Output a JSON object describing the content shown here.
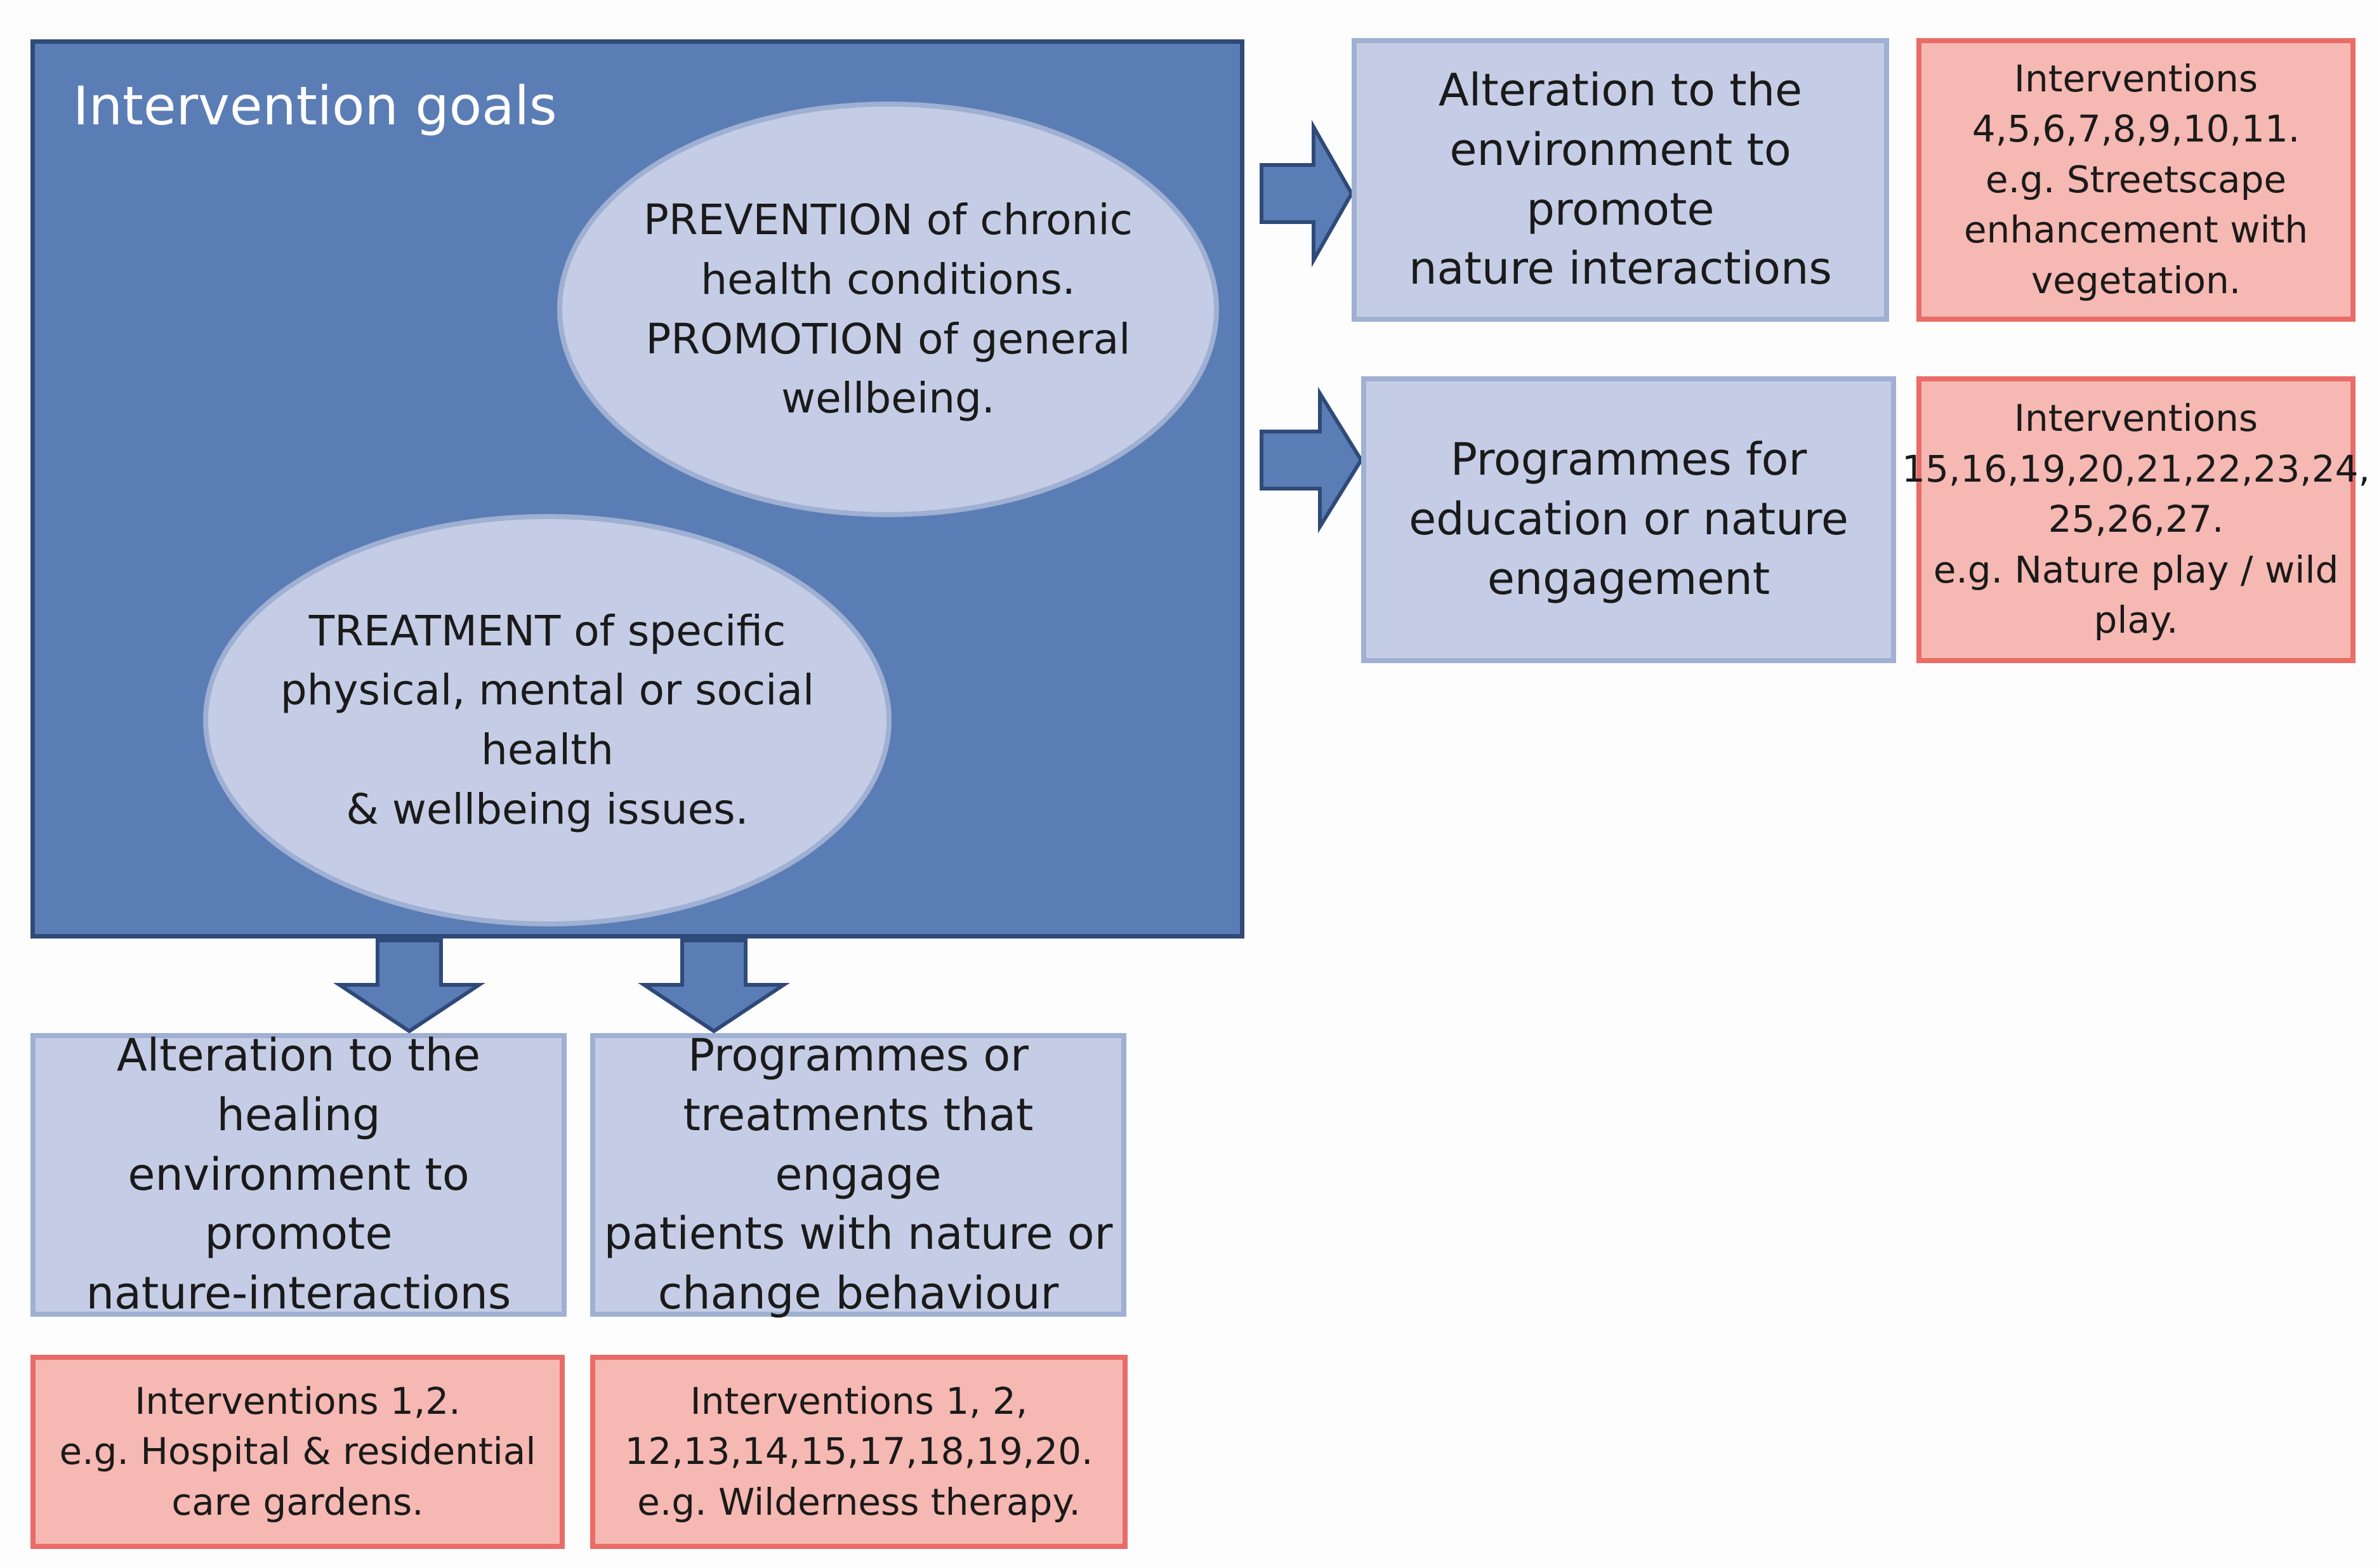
{
  "colors": {
    "goals_fill": "#5b7db5",
    "goals_border": "#2f4a78",
    "light_box_fill": "#c5cde6",
    "light_box_border": "#9fb0d3",
    "pink_fill": "#f6b8b2",
    "pink_border": "#ea6c67",
    "arrow_fill": "#5b7db5",
    "arrow_border": "#2f4a78"
  },
  "goals": {
    "title": "Intervention goals",
    "prevention_lines": [
      "PREVENTION of chronic",
      "health conditions.",
      "PROMOTION of general",
      "wellbeing."
    ],
    "treatment_lines": [
      "TREATMENT of specific",
      "physical, mental or social health",
      "& wellbeing issues."
    ]
  },
  "right_top": {
    "box_lines": [
      "Alteration to the",
      "environment to promote",
      "nature interactions"
    ],
    "examples_lines": [
      "Interventions",
      "4,5,6,7,8,9,10,11.",
      "e.g. Streetscape",
      "enhancement with",
      "vegetation."
    ]
  },
  "right_middle": {
    "box_lines": [
      "Programmes for",
      "education or nature",
      "engagement"
    ],
    "examples_lines": [
      "Interventions",
      "15,16,19,20,21,22,23,24,",
      "25,26,27.",
      "e.g. Nature play / wild",
      "play."
    ]
  },
  "bottom_left": {
    "box_lines": [
      "Alteration to the healing",
      "environment to promote",
      "nature-interactions"
    ],
    "examples_lines": [
      "Interventions 1,2.",
      "e.g. Hospital & residential",
      "care gardens."
    ]
  },
  "bottom_right": {
    "box_lines": [
      "Programmes or",
      "treatments that engage",
      "patients with nature or",
      "change behaviour"
    ],
    "examples_lines": [
      "Interventions 1, 2,",
      "12,13,14,15,17,18,19,20.",
      "e.g. Wilderness therapy."
    ]
  }
}
